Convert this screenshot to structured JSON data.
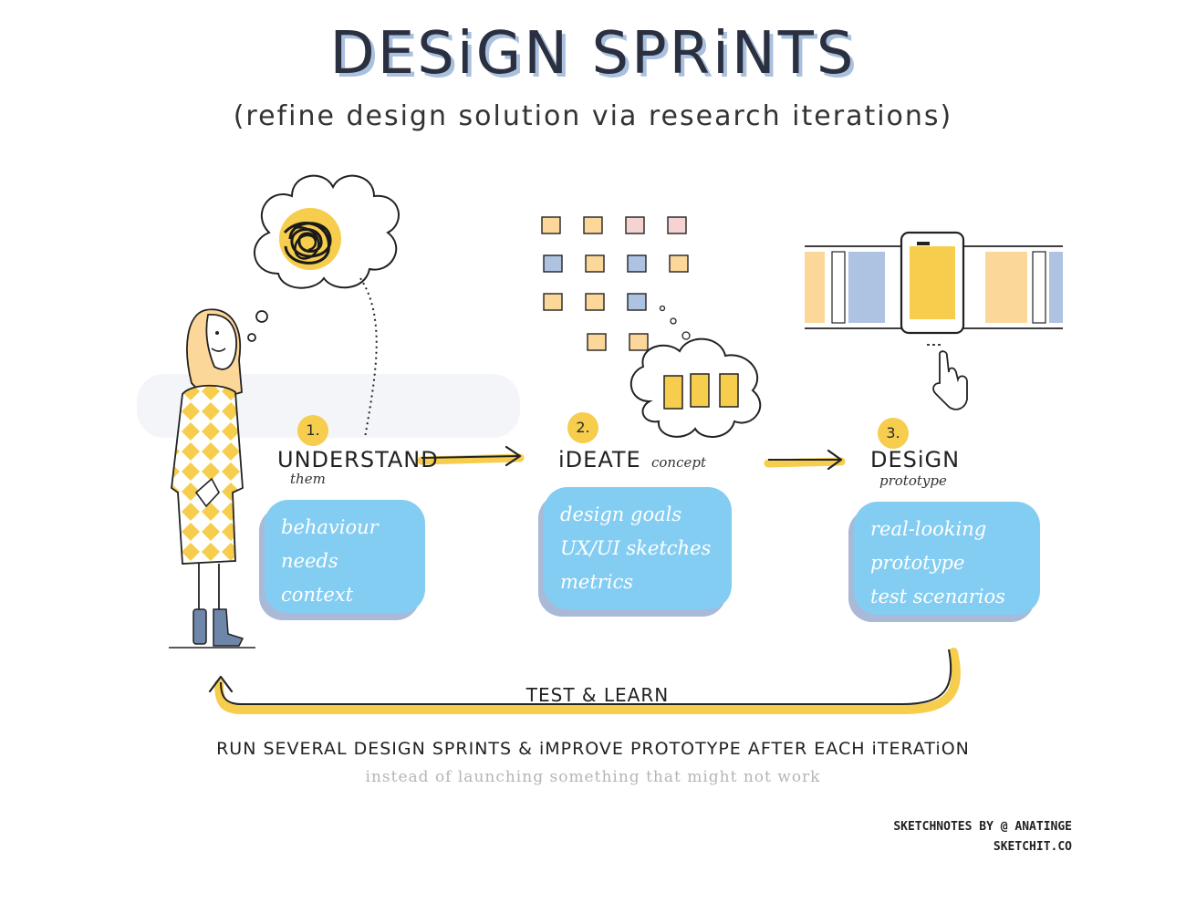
{
  "header": {
    "title": "DESiGN SPRiNTS",
    "subtitle": "(refine design solution via research iterations)"
  },
  "steps": [
    {
      "number": "1.",
      "label": "UNDERSTAND",
      "sublabel": "them",
      "items": [
        "behaviour",
        "needs",
        "context"
      ]
    },
    {
      "number": "2.",
      "label": "iDEATE",
      "sublabel": "concept",
      "items": [
        "design goals",
        "UX/UI sketches",
        "metrics"
      ]
    },
    {
      "number": "3.",
      "label": "DESiGN",
      "sublabel": "prototype",
      "items": [
        "real-looking",
        "prototype",
        "test scenarios"
      ]
    }
  ],
  "loop": {
    "label": "TEST & LEARN"
  },
  "footer": {
    "main": "RUN SEVERAL DESIGN SPRINTS & iMPROVE PROTOTYPE AFTER EACH iTERATiON",
    "sub": "instead of launching something that might not work"
  },
  "credit": {
    "line1": "SKETCHNOTES BY @ ANATINGE",
    "line2": "SKETCHIT.CO"
  },
  "colors": {
    "yellow": "#f6cd4c",
    "light_orange": "#fcd79a",
    "blue_card": "#84cdf2",
    "blue_shadow": "#a9b9d8",
    "dusty_blue": "#aec2e2",
    "pink": "#f6d3d3",
    "ink": "#222222"
  },
  "icons": [
    "thought-cloud-icon",
    "scribble-icon",
    "woman-figure-icon",
    "sticky-notes-icon",
    "idea-cloud-icon",
    "carousel-icon",
    "pointing-hand-icon",
    "arrow-right-icon",
    "loop-arrow-icon"
  ]
}
